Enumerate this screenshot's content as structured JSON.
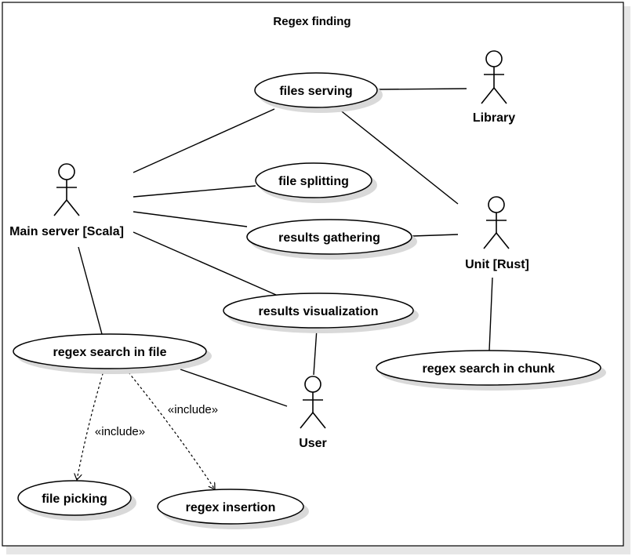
{
  "diagram": {
    "title": "Regex finding",
    "actors": {
      "library": "Library",
      "main_server": "Main server [Scala]",
      "unit": "Unit [Rust]",
      "user": "User"
    },
    "use_cases": {
      "files_serving": "files serving",
      "file_splitting": "file splitting",
      "results_gathering": "results gathering",
      "results_visualization": "results visualization",
      "regex_search_in_file": "regex search in file",
      "regex_search_in_chunk": "regex search in chunk",
      "file_picking": "file picking",
      "regex_insertion": "regex insertion"
    },
    "stereotypes": {
      "include_1": "«include»",
      "include_2": "«include»"
    }
  }
}
